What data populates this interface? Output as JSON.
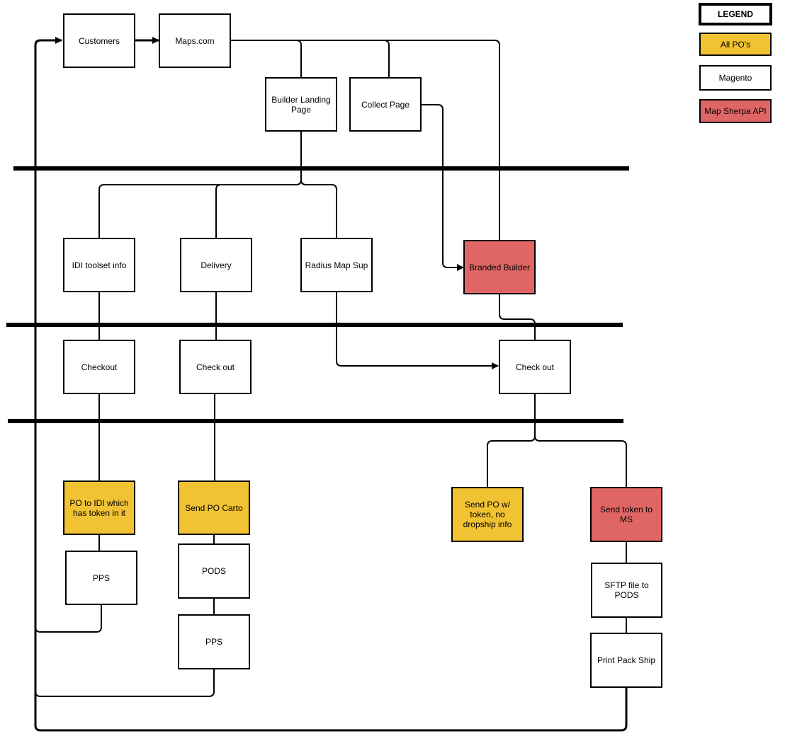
{
  "legend": {
    "title": "LEGEND",
    "items": [
      {
        "label": "All PO's",
        "color": "#f1c232"
      },
      {
        "label": "Magento",
        "color": "#ffffff"
      },
      {
        "label": "Map Sherpa API",
        "color": "#e06666"
      }
    ]
  },
  "nodes": {
    "customers": "Customers",
    "maps_com": "Maps.com",
    "builder_landing": "Builder Landing Page",
    "collect_page": "Collect Page",
    "idi_toolset": "IDI toolset info",
    "delivery": "Delivery",
    "radius_map": "Radius Map Sup",
    "branded_builder": "Branded Builder",
    "checkout_1": "Checkout",
    "checkout_2": "Check out",
    "checkout_3": "Check out",
    "po_idi": "PO to IDI which has token in it",
    "send_po_carto": "Send PO Carto",
    "send_po_token": "Send PO w/ token, no dropship info",
    "send_token_ms": "Send token to MS",
    "pps_1": "PPS",
    "pods": "PODS",
    "pps_2": "PPS",
    "sftp": "SFTP file to PODS",
    "print_pack": "Print Pack Ship"
  },
  "colors": {
    "po": "#f1c232",
    "magento": "#ffffff",
    "map_sherpa": "#e06666"
  }
}
